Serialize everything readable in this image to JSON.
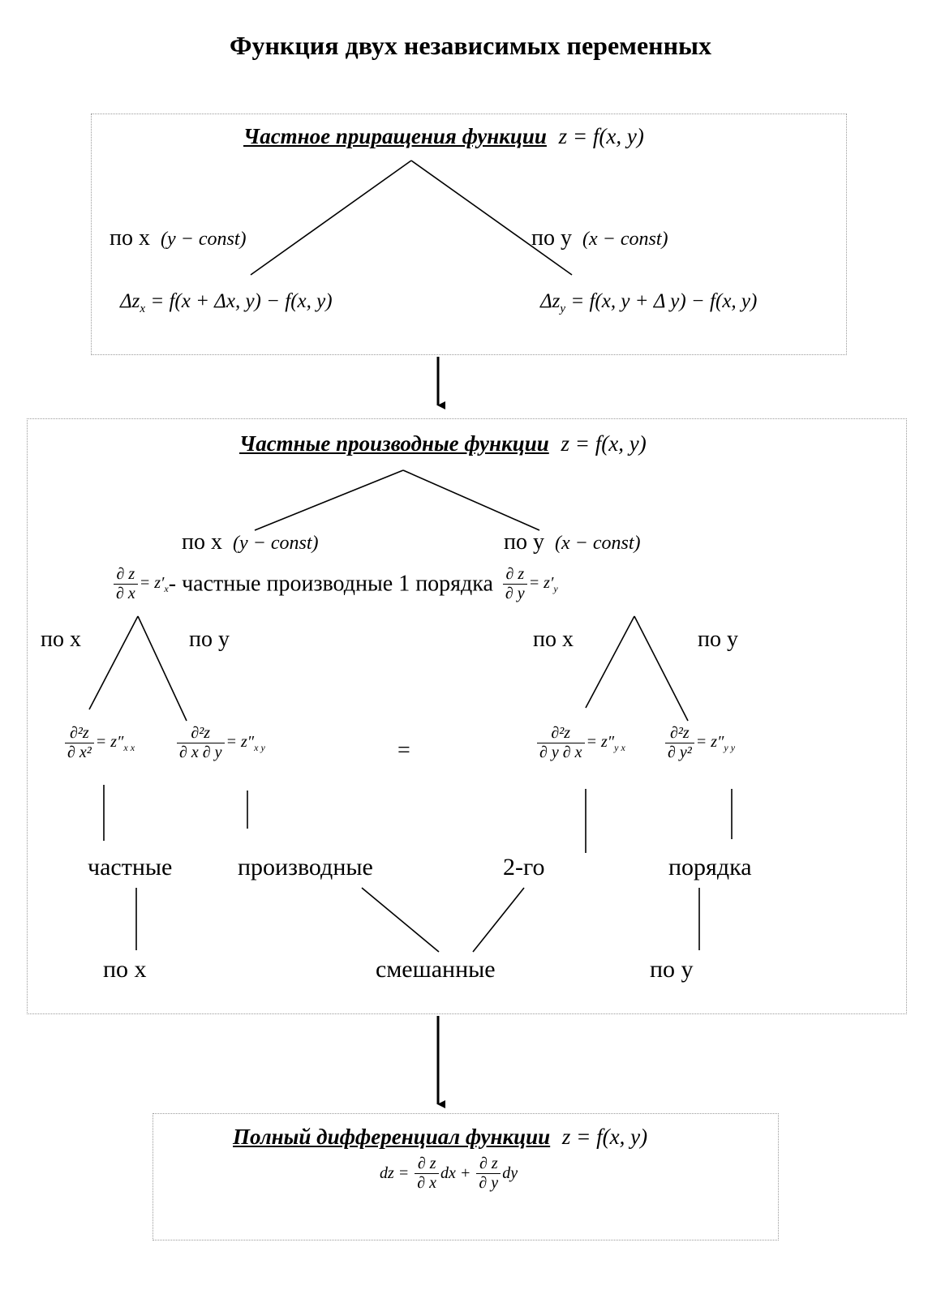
{
  "title": "Функция двух независимых переменных",
  "increment": {
    "heading": "Частное приращения функции",
    "func": "z = f(x, y)",
    "by_x_label": "по x",
    "by_x_cond": "(y − const)",
    "by_y_label": "по y",
    "by_y_cond": "(x − const)",
    "delta_x": "Δz",
    "delta_x_sub": "x",
    "delta_x_rhs": "= f(x + Δx, y) − f(x, y)",
    "delta_y": "Δz",
    "delta_y_sub": "y",
    "delta_y_rhs": "= f(x, y + Δ y) − f(x, y)"
  },
  "derivatives": {
    "heading": "Частные производные функции",
    "func": "z = f(x, y)",
    "by_x_label": "по x",
    "by_x_cond": "(y − const)",
    "by_y_label": "по y",
    "by_y_cond": "(x − const)",
    "first_order_text": "- частные  производные 1 порядка",
    "dzdx_num": "∂ z",
    "dzdx_den": "∂ x",
    "dzdx_eq": "= z′",
    "dzdx_sub": "x",
    "dzdy_num": "∂ z",
    "dzdy_den": "∂ y",
    "dzdy_eq": "= z′",
    "dzdy_sub": "y",
    "branch_left_x": "по x",
    "branch_left_y": "по y",
    "branch_right_x": "по x",
    "branch_right_y": "по y",
    "d2xx_num": "∂²z",
    "d2xx_den": "∂ x²",
    "d2xx_eq": "= z″",
    "d2xx_sub": "x x",
    "d2xy_num": "∂²z",
    "d2xy_den": "∂ x ∂ y",
    "d2xy_eq": "= z″",
    "d2xy_sub": "x y",
    "equals": "=",
    "d2yx_num": "∂²z",
    "d2yx_den": "∂ y ∂ x",
    "d2yx_eq": "= z″",
    "d2yx_sub": "y x",
    "d2yy_num": "∂²z",
    "d2yy_den": "∂ y²",
    "d2yy_eq": "= z″",
    "d2yy_sub": "y y",
    "word_partial": "частные",
    "word_derivatives": "производные",
    "word_second": "2-го",
    "word_order": "порядка",
    "word_by_x": "по x",
    "word_mixed": "смешанные",
    "word_by_y": "по y"
  },
  "differential": {
    "heading": "Полный дифференциал функции",
    "func": "z = f(x, y)",
    "lhs": "dz =",
    "frac1_num": "∂ z",
    "frac1_den": "∂ x",
    "dx": "dx +",
    "frac2_num": "∂ z",
    "frac2_den": "∂ y",
    "dy": "dy"
  }
}
